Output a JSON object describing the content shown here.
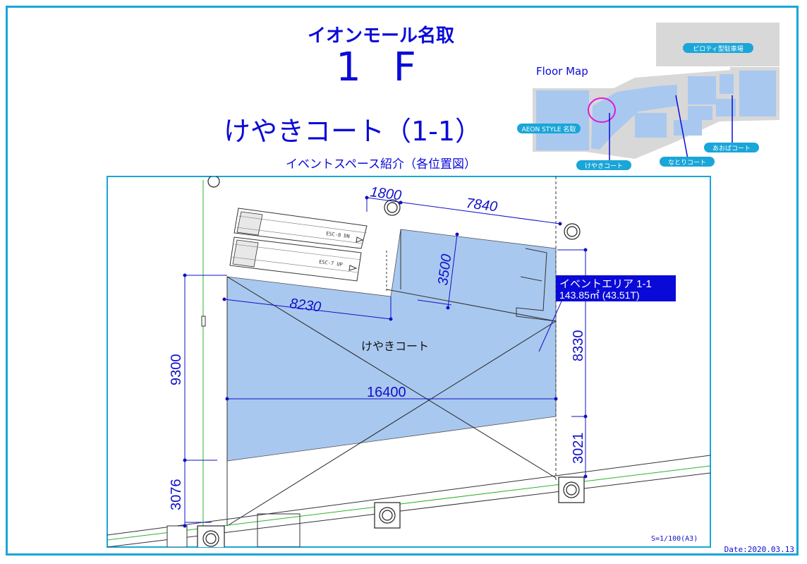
{
  "header": {
    "title": "イオンモール名取",
    "floor": "1 F",
    "area_name": "けやきコート（1-1）",
    "subtitle": "イベントスペース紹介（各位置図）"
  },
  "floor_map": {
    "label": "Floor Map",
    "tags": {
      "parking": "ピロティ型駐車場",
      "aeon_style": "AEON STYLE 名取",
      "keyaki": "けやきコート",
      "natori": "なとりコート",
      "aoba": "あおばコート"
    }
  },
  "plan": {
    "dimensions": {
      "d1800": "1800",
      "d7840": "7840",
      "d3500": "3500",
      "d8230": "8230",
      "d9300": "9300",
      "d16400": "16400",
      "d8330": "8330",
      "d3021": "3021",
      "d3076": "3076"
    },
    "escalators": {
      "esc8": "ESC-8 DN",
      "esc7": "ESC-7 UP"
    },
    "court_label": "けやきコート",
    "event_box": {
      "line1": "イベントエリア 1-1",
      "line2": "143.85㎡ (43.51T)"
    },
    "scale": "S=1/100(A3)"
  },
  "date": "Date:2020.03.13",
  "colors": {
    "frame": "#1aa6d8",
    "text": "#0a0ad8",
    "event_fill": "#a9c8ef",
    "map_gray": "#d8d8d8",
    "tag": "#1aa6d8",
    "marker": "#e01ad8"
  }
}
